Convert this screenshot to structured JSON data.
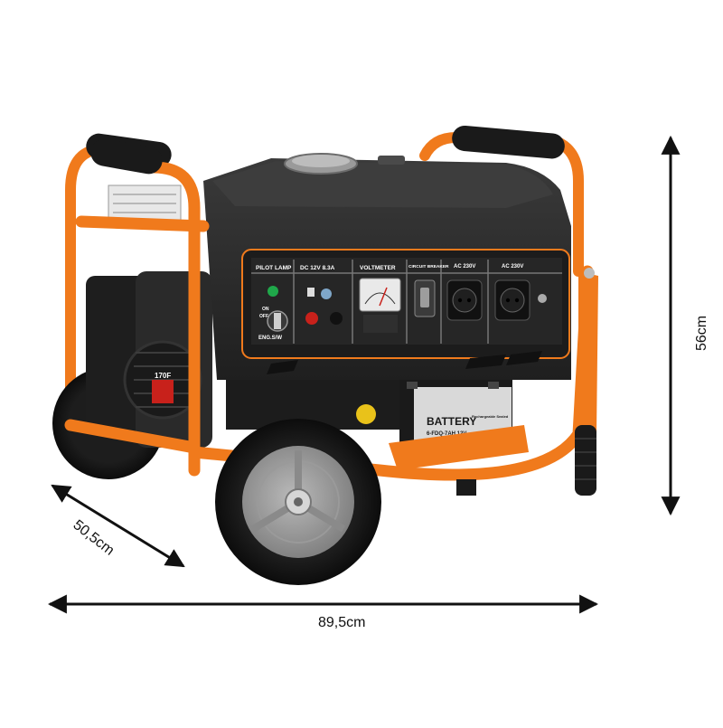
{
  "dimensions": {
    "width": "89,5cm",
    "depth": "50,5cm",
    "height": "56cm"
  },
  "control_panel": {
    "pilot_lamp": "PILOT LAMP",
    "dc_output": "DC 12V 8.3A",
    "voltmeter": "VOLTMETER",
    "circuit_breaker": "CIRCUIT BREAKER",
    "ac_outlet_1": "AC 230V",
    "ac_outlet_2": "AC 230V",
    "eng_switch": "ENG.S/W",
    "on": "ON",
    "off": "OFF"
  },
  "engine": {
    "model": "170F"
  },
  "battery": {
    "label": "BATTERY",
    "model": "6-FDQ-7AH 12V",
    "note": "Rechargeable Sealed"
  },
  "colors": {
    "frame": "#f07a1c",
    "body": "#2b2b2b",
    "panel": "#1c1c1c",
    "arrow": "#111111"
  }
}
